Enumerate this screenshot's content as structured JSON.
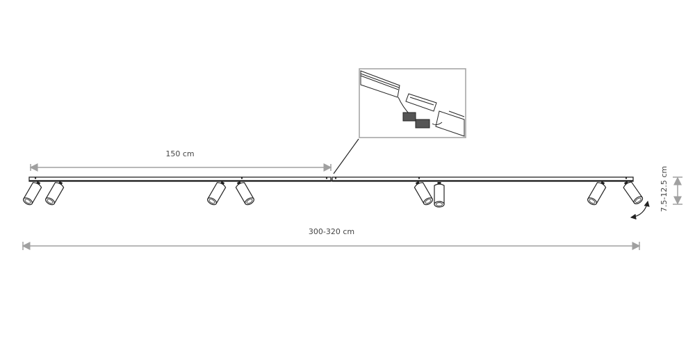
{
  "dimensions": {
    "segment_length": "150 cm",
    "total_length": "300-320 cm",
    "height_range": "7.5-12.5 cm"
  },
  "spots": [
    {
      "angle": 30
    },
    {
      "angle": 30
    },
    {
      "angle": 30
    },
    {
      "angle": -30
    },
    {
      "angle": -30
    },
    {
      "angle": 0
    },
    {
      "angle": 30
    },
    {
      "angle": -35
    }
  ],
  "colors": {
    "line": "#222222",
    "dimension": "#a0a0a0",
    "frame": "#a0a0a0"
  }
}
